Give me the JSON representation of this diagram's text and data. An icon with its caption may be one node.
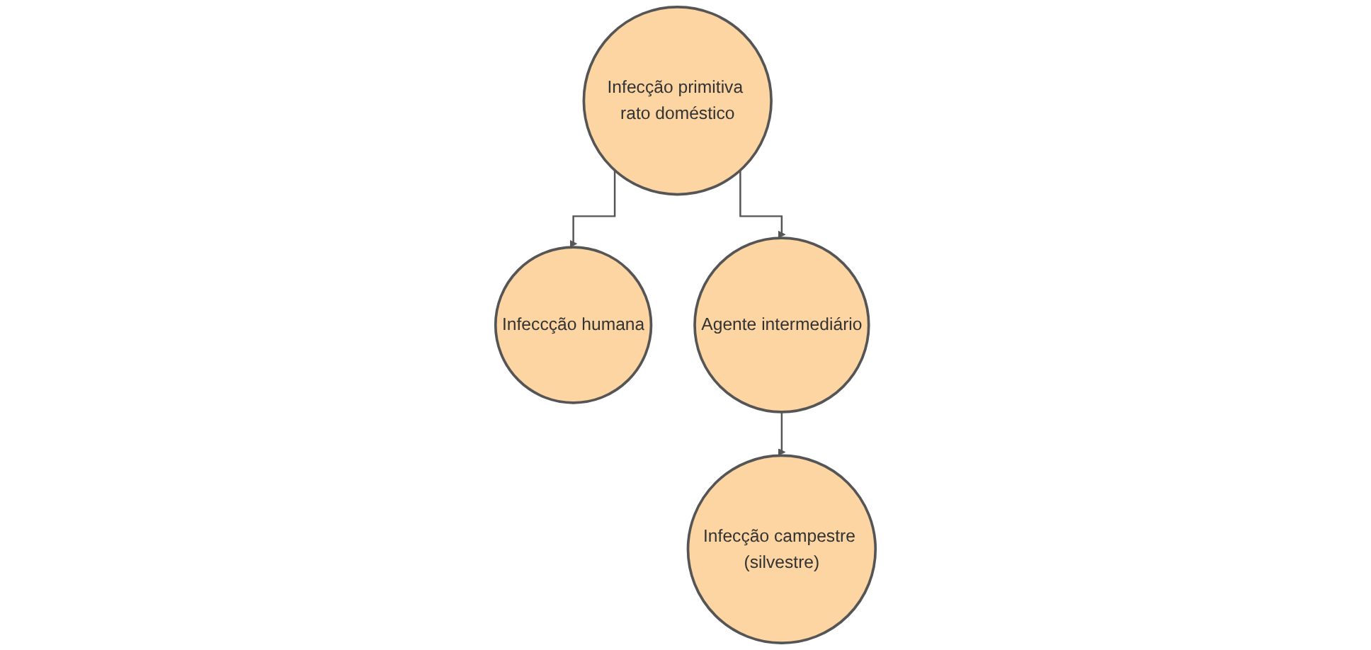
{
  "diagram": {
    "nodes": [
      {
        "text": [
          "Infecção primitiva rato doméstico"
        ]
      },
      {
        "text": [
          "Infeccção humana"
        ]
      },
      {
        "text": [
          "Agente intermediário"
        ]
      },
      {
        "text": [
          "Infecção campestre (silvestre)"
        ]
      }
    ],
    "edges": [
      {
        "from": 0,
        "to": 1,
        "arrow": "to"
      },
      {
        "from": 0,
        "to": 2,
        "arrow": "to"
      },
      {
        "from": 2,
        "to": 3,
        "arrow": "to"
      }
    ]
  }
}
